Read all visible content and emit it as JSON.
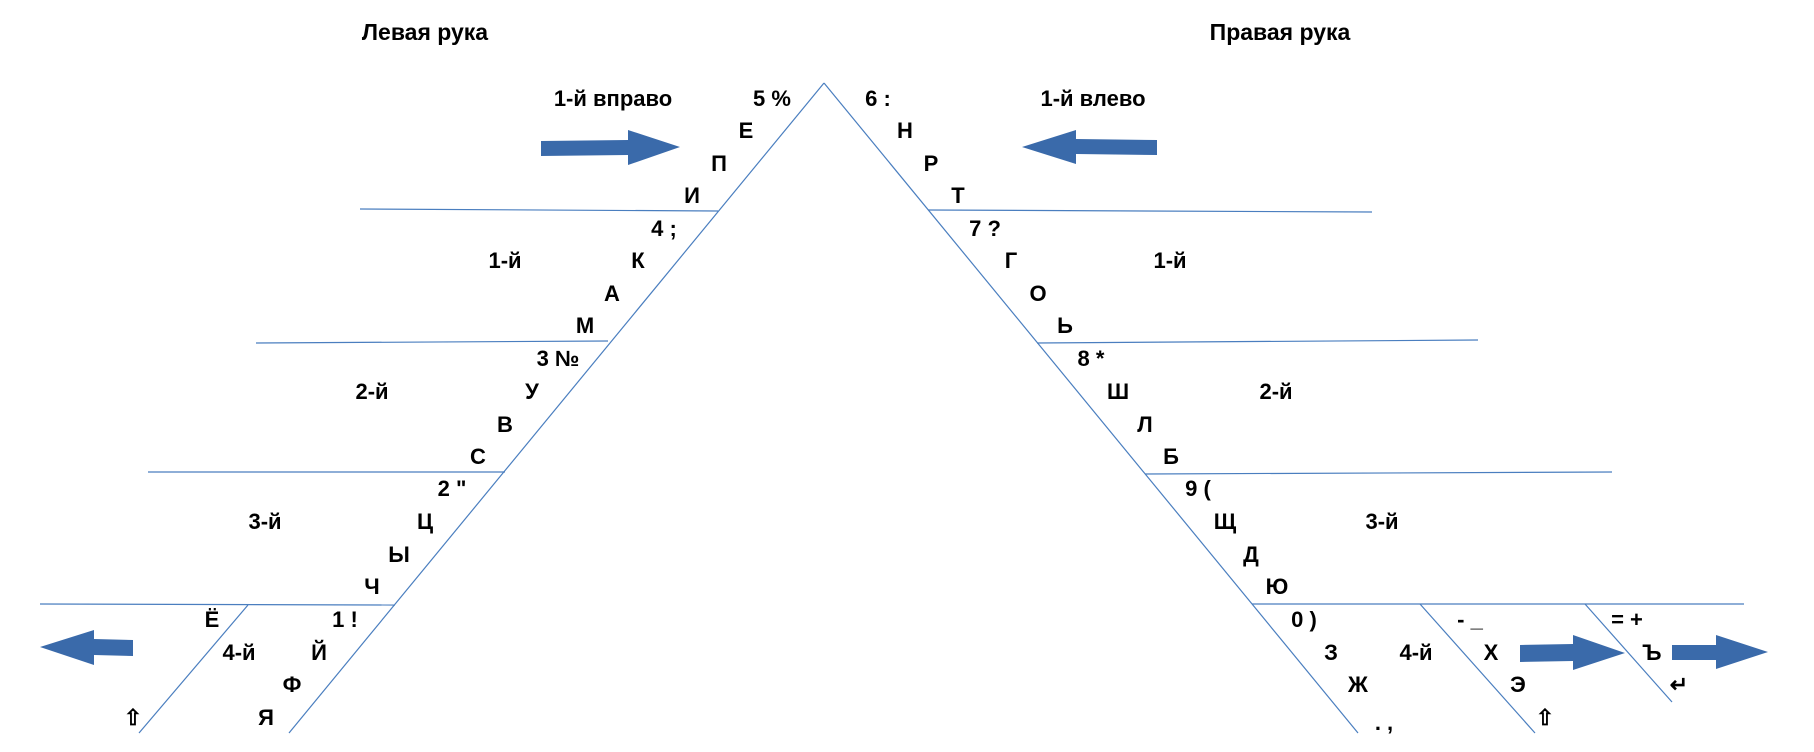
{
  "titles": {
    "left": "Левая рука",
    "right": "Правая рука"
  },
  "direction_labels": {
    "left_top": "1-й вправо",
    "right_top": "1-й влево"
  },
  "finger_labels": {
    "left": [
      "1-й",
      "2-й",
      "3-й",
      "4-й"
    ],
    "right": [
      "1-й",
      "2-й",
      "3-й",
      "4-й"
    ]
  },
  "left_keys": {
    "apex": [
      "5 %",
      "Е",
      "П",
      "И"
    ],
    "finger1": [
      "4 ;",
      "К",
      "А",
      "М"
    ],
    "finger2": [
      "3 №",
      "У",
      "В",
      "С"
    ],
    "finger3": [
      "2 \"",
      "Ц",
      "Ы",
      "Ч"
    ],
    "finger4": [
      "1 !",
      "Й",
      "Ф",
      "Я"
    ],
    "pinky_outer": [
      "Ё",
      "⇧"
    ]
  },
  "right_keys": {
    "apex": [
      "6 :",
      "Н",
      "Р",
      "Т"
    ],
    "finger1": [
      "7 ?",
      "Г",
      "О",
      "Ь"
    ],
    "finger2": [
      "8 *",
      "Ш",
      "Л",
      "Б"
    ],
    "finger3": [
      "9 (",
      "Щ",
      "Д",
      "Ю"
    ],
    "finger4": [
      "0 )",
      "З",
      "Ж",
      ". ,"
    ],
    "pinky_mid": [
      "- _",
      "Х",
      "Э",
      "⇧"
    ],
    "pinky_outer": [
      "= +",
      "Ъ",
      "↵"
    ]
  },
  "colors": {
    "lines": "#4a7ebf",
    "arrows": "#3a6aaa",
    "text": "#000000"
  },
  "icons": {
    "arrow_right_top": "arrow-right-icon",
    "arrow_left_top": "arrow-left-icon",
    "arrow_left_bottom": "arrow-left-icon",
    "arrow_right_bottom_1": "arrow-right-icon",
    "arrow_right_bottom_2": "arrow-right-icon",
    "shift_left": "shift-icon",
    "shift_right": "shift-icon",
    "enter": "enter-icon"
  }
}
